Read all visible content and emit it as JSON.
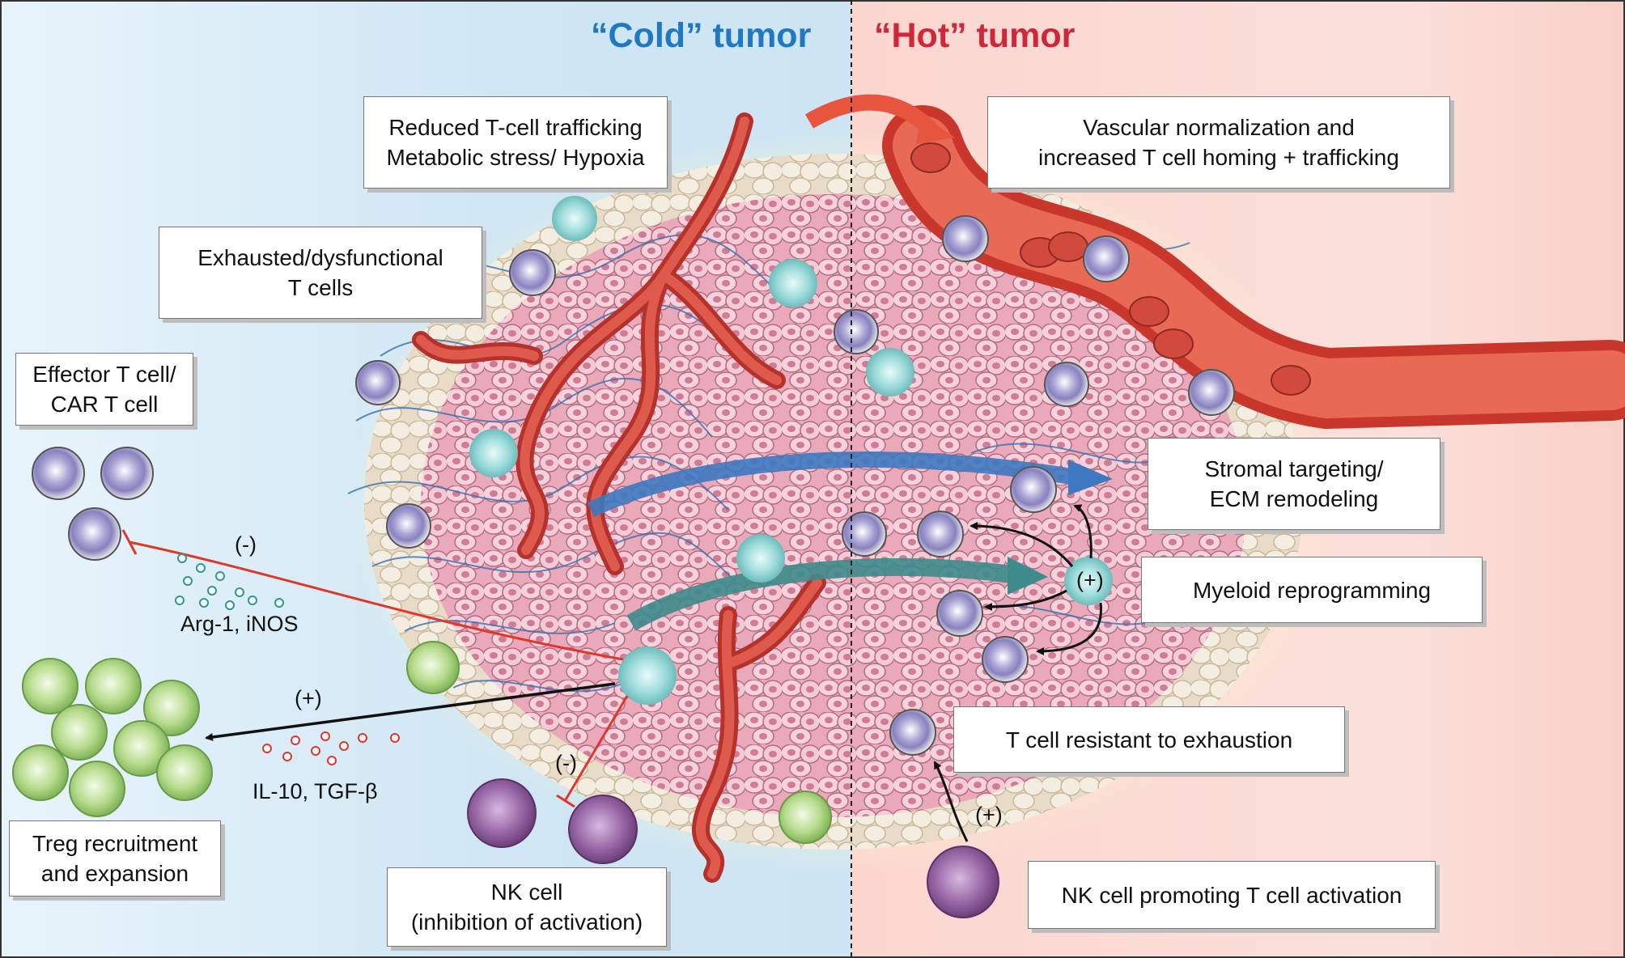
{
  "titles": {
    "cold": "“Cold” tumor",
    "hot": "“Hot” tumor"
  },
  "colors": {
    "cold_title": "#1f78c0",
    "hot_title": "#d0263a",
    "cold_bg": "#cfe6f4",
    "hot_bg": "#fbd9d2",
    "tumor_cell": "#f2c9d3",
    "vessel": "#d8453a",
    "t_cell": "#b9b4d8",
    "treg": "#b5d98a",
    "nk_cell": "#8d5a9c",
    "myeloid": "#8fd3d3"
  },
  "boxes": {
    "trafficking": [
      "Reduced T-cell trafficking",
      "Metabolic stress/ Hypoxia"
    ],
    "exhausted": [
      "Exhausted/dysfunctional",
      "T cells"
    ],
    "effector": [
      "Effector T cell/",
      "CAR T cell"
    ],
    "treg": [
      "Treg recruitment",
      "and expansion"
    ],
    "nk_cold": [
      "NK cell",
      "(inhibition of activation)"
    ],
    "vascular": [
      "Vascular normalization and",
      "increased T cell homing + trafficking"
    ],
    "stromal": [
      "Stromal targeting/",
      "ECM remodeling"
    ],
    "myeloid": [
      "Myeloid reprogramming"
    ],
    "resistant": [
      "T cell resistant to exhaustion"
    ],
    "nk_hot": [
      "NK cell promoting T cell activation"
    ]
  },
  "labels": {
    "minus_effector": "(-)",
    "arg_inos": "Arg-1, iNOS",
    "plus_treg": "(+)",
    "il10_tgf": "IL-10, TGF-β",
    "minus_nk": "(-)",
    "plus_myeloid": "(+)",
    "plus_nk": "(+)"
  }
}
